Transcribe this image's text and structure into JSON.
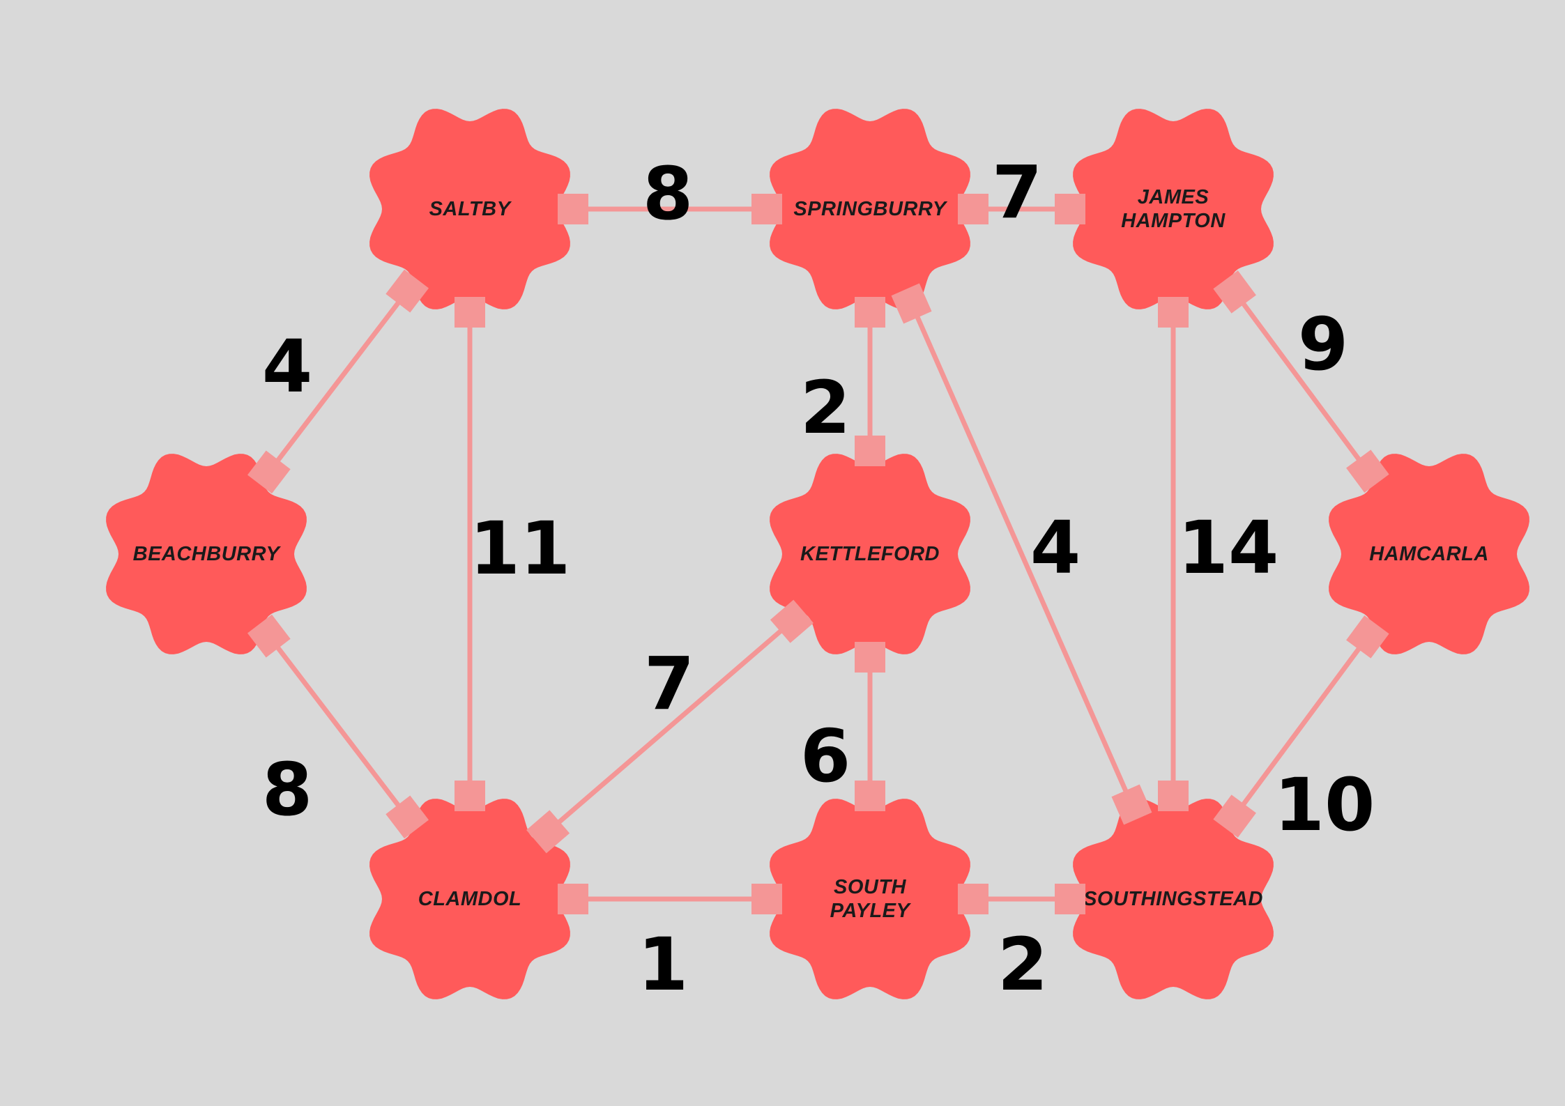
{
  "colors": {
    "background": "#d9d9d9",
    "node_fill": "#ff5a5a",
    "edge_color": "#f49696",
    "weight_text": "#000000",
    "label_text": "#1a1a1a"
  },
  "nodes": [
    {
      "id": "saltby",
      "label": [
        "SALTBY"
      ]
    },
    {
      "id": "springburry",
      "label": [
        "SPRINGBURRY"
      ]
    },
    {
      "id": "james-hampton",
      "label": [
        "JAMES",
        "HAMPTON"
      ]
    },
    {
      "id": "beachburry",
      "label": [
        "BEACHBURRY"
      ]
    },
    {
      "id": "kettleford",
      "label": [
        "KETTLEFORD"
      ]
    },
    {
      "id": "hamcarla",
      "label": [
        "HAMCARLA"
      ]
    },
    {
      "id": "clamdol",
      "label": [
        "CLAMDOL"
      ]
    },
    {
      "id": "south-payley",
      "label": [
        "SOUTH",
        "PAYLEY"
      ]
    },
    {
      "id": "southingstead",
      "label": [
        "SOUTHINGSTEAD"
      ]
    }
  ],
  "edges": [
    {
      "from": "saltby",
      "to": "springburry",
      "weight": "8"
    },
    {
      "from": "springburry",
      "to": "james-hampton",
      "weight": "7"
    },
    {
      "from": "saltby",
      "to": "beachburry",
      "weight": "4"
    },
    {
      "from": "saltby",
      "to": "clamdol",
      "weight": "11"
    },
    {
      "from": "springburry",
      "to": "kettleford",
      "weight": "2"
    },
    {
      "from": "springburry",
      "to": "southingstead",
      "weight": "4"
    },
    {
      "from": "james-hampton",
      "to": "southingstead",
      "weight": "14"
    },
    {
      "from": "james-hampton",
      "to": "hamcarla",
      "weight": "9"
    },
    {
      "from": "beachburry",
      "to": "clamdol",
      "weight": "8"
    },
    {
      "from": "clamdol",
      "to": "kettleford",
      "weight": "7"
    },
    {
      "from": "kettleford",
      "to": "south-payley",
      "weight": "6"
    },
    {
      "from": "clamdol",
      "to": "south-payley",
      "weight": "1"
    },
    {
      "from": "south-payley",
      "to": "southingstead",
      "weight": "2"
    },
    {
      "from": "hamcarla",
      "to": "southingstead",
      "weight": "10"
    }
  ]
}
